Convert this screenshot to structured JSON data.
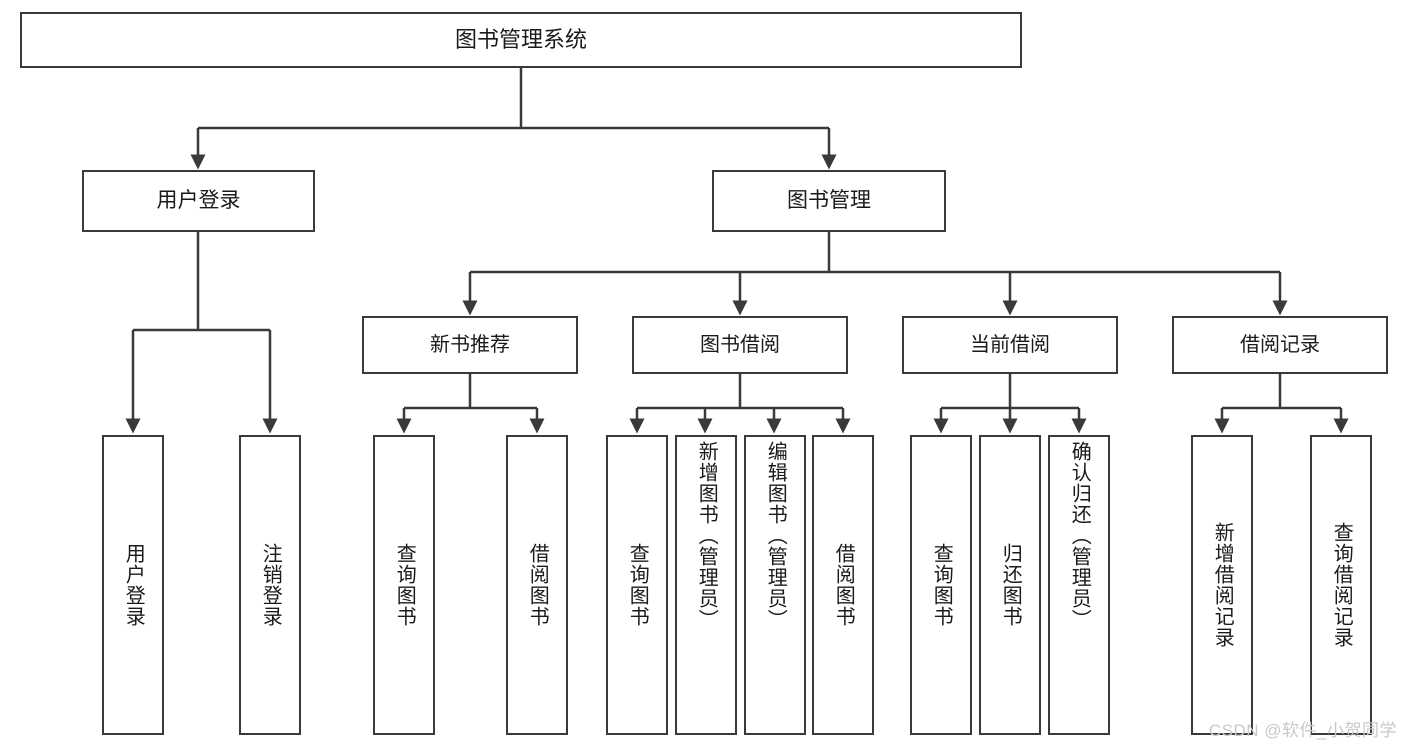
{
  "diagram": {
    "title": "图书管理系统",
    "root": {
      "label": "图书管理系统"
    },
    "level2": [
      {
        "label": "用户登录"
      },
      {
        "label": "图书管理"
      }
    ],
    "level3": [
      {
        "label": "新书推荐"
      },
      {
        "label": "图书借阅"
      },
      {
        "label": "当前借阅"
      },
      {
        "label": "借阅记录"
      }
    ],
    "leaves": [
      {
        "label": "用户登录",
        "parent": "用户登录"
      },
      {
        "label": "注销登录",
        "parent": "用户登录"
      },
      {
        "label": "查询图书",
        "parent": "新书推荐"
      },
      {
        "label": "借阅图书",
        "parent": "新书推荐"
      },
      {
        "label": "查询图书",
        "parent": "图书借阅"
      },
      {
        "label": "新增图书（管理员）",
        "parent": "图书借阅"
      },
      {
        "label": "编辑图书（管理员）",
        "parent": "图书借阅"
      },
      {
        "label": "借阅图书",
        "parent": "图书借阅"
      },
      {
        "label": "查询图书",
        "parent": "当前借阅"
      },
      {
        "label": "归还图书",
        "parent": "当前借阅"
      },
      {
        "label": "确认归还（管理员）",
        "parent": "当前借阅"
      },
      {
        "label": "新增借阅记录",
        "parent": "借阅记录"
      },
      {
        "label": "查询借阅记录",
        "parent": "借阅记录"
      }
    ]
  },
  "watermark": {
    "text": "CSDN @软件_小贺同学"
  },
  "colors": {
    "border": "#3a3a3a",
    "background": "#ffffff",
    "text": "#1a1a1a",
    "watermark": "#c9c9c9"
  }
}
